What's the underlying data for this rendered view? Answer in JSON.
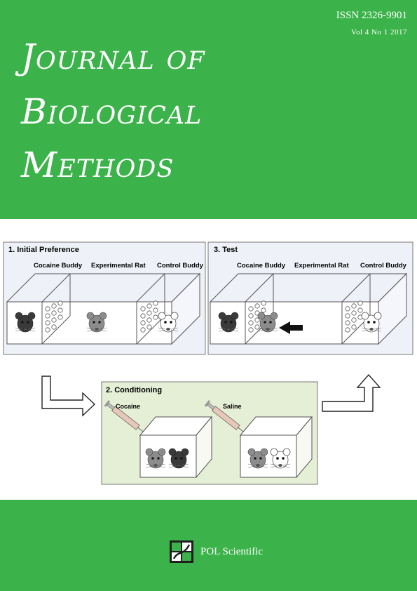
{
  "journal": {
    "issn": "ISSN 2326-9901",
    "volume": "Vol 4  No 1  2017",
    "title_lines": [
      "Journal of",
      "Biological",
      "Methods"
    ]
  },
  "figure": {
    "panel_initial": {
      "label": "1. Initial Preference",
      "columns": [
        "Cocaine Buddy",
        "Experimental Rat",
        "Control Buddy"
      ]
    },
    "panel_test": {
      "label": "3. Test",
      "columns": [
        "Cocaine Buddy",
        "Experimental Rat",
        "Control Buddy"
      ]
    },
    "panel_conditioning": {
      "label": "2. Conditioning",
      "syringe_left": "Cocaine",
      "syringe_right": "Saline"
    }
  },
  "publisher": {
    "name": "POL Scientific"
  },
  "colors": {
    "green": "#3cb34a",
    "panel_blue": "#eef1f8",
    "panel_green": "#e4efd6"
  }
}
